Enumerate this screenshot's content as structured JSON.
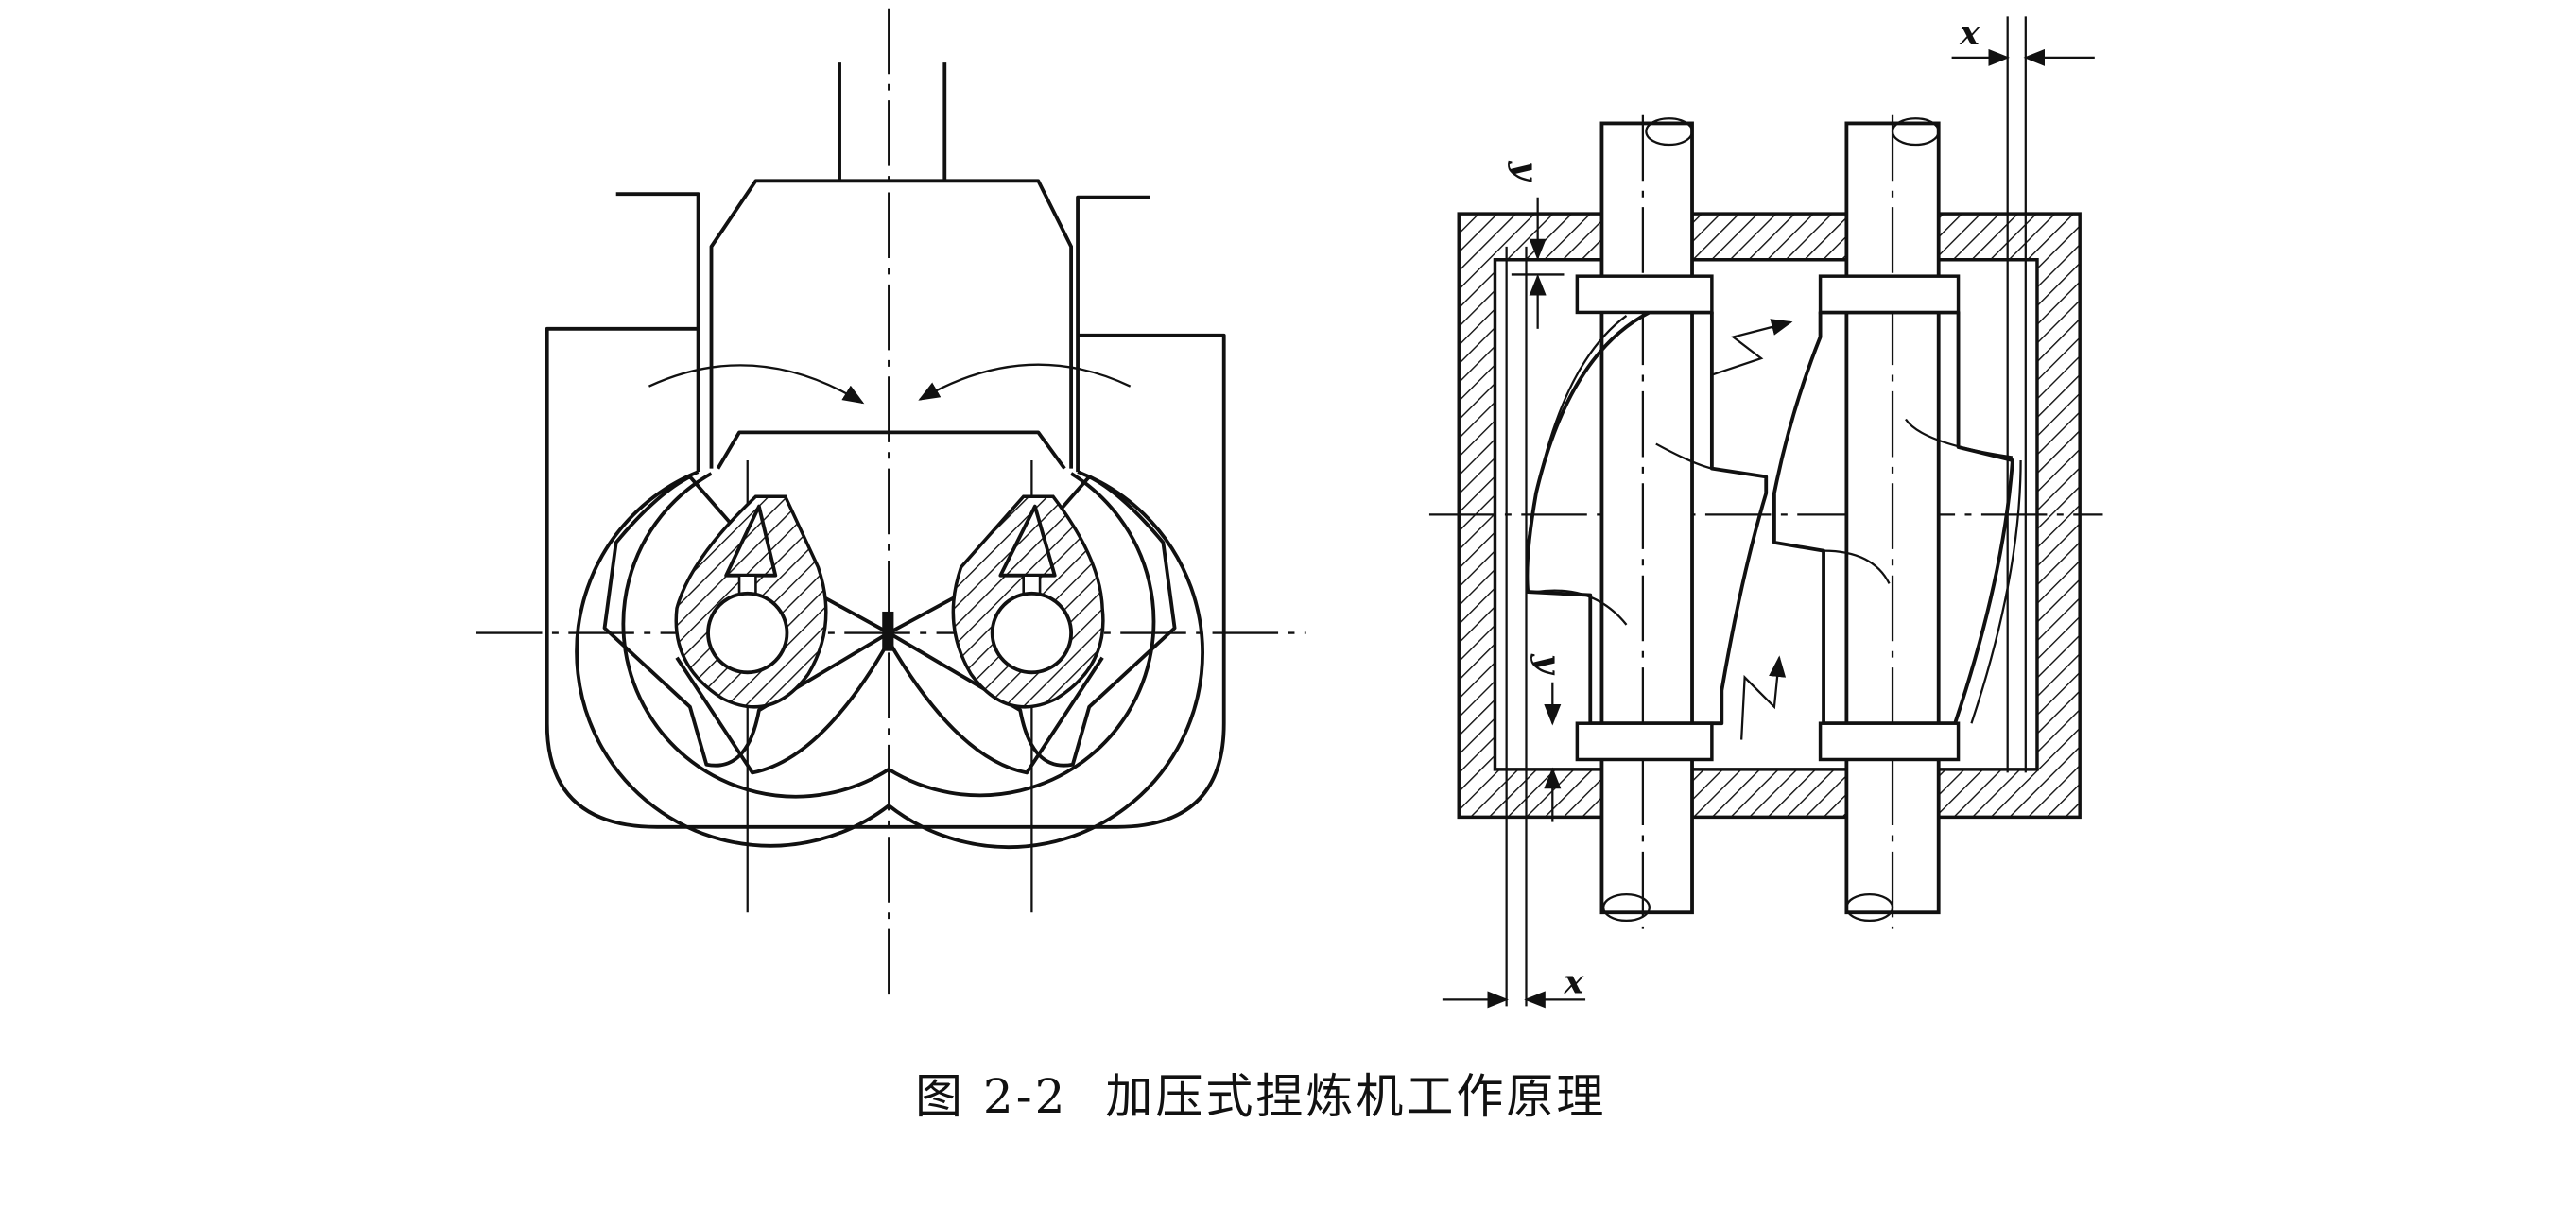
{
  "figure": {
    "number": "图 2-2",
    "title": "加压式捏炼机工作原理"
  },
  "labels": {
    "x_top": "x",
    "x_bottom": "x",
    "y_top": "y",
    "y_bottom": "y"
  },
  "colors": {
    "ink": "#111111",
    "background": "#ffffff"
  }
}
